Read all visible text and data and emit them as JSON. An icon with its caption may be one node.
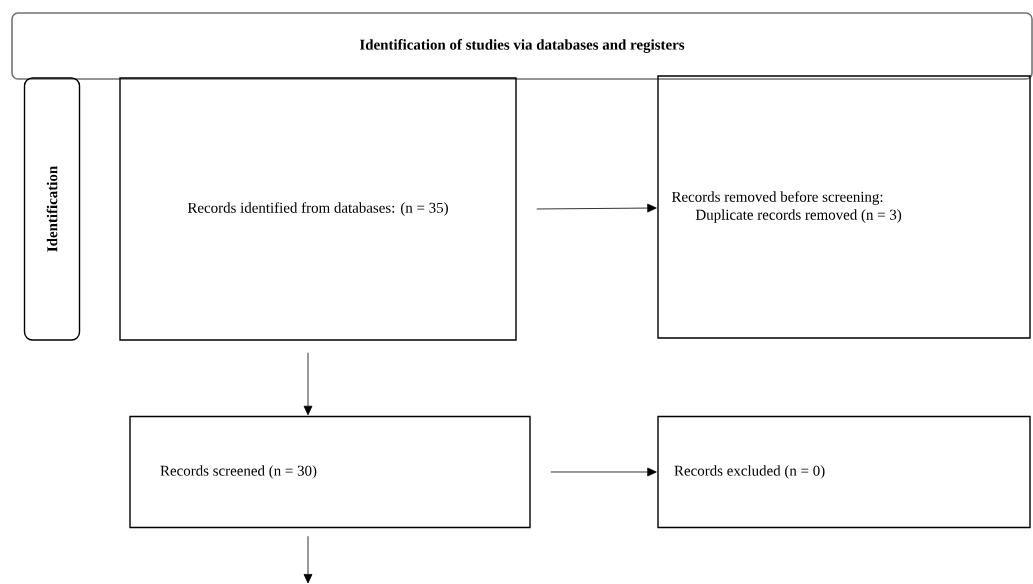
{
  "diagram": {
    "nodes": [
      {
        "text": [
          "Identification of studies via databases and registers"
        ]
      },
      {
        "text": [
          "Identification"
        ]
      },
      {
        "text": [
          "Records identified from databases: (n = 35)"
        ]
      },
      {
        "text": [
          "Records removed before screening:",
          "Duplicate records removed (n = 3)"
        ]
      },
      {
        "text": [
          "Records screened (n = 30)"
        ]
      },
      {
        "text": [
          "Records excluded (n = 0)"
        ]
      }
    ],
    "edges": [
      {
        "from": 2,
        "to": 3,
        "arrow": "to"
      },
      {
        "from": 2,
        "to": 4,
        "arrow": "to"
      },
      {
        "from": 4,
        "to": 5,
        "arrow": "to"
      },
      {
        "from": 4,
        "to": null,
        "arrow": "to"
      }
    ]
  }
}
